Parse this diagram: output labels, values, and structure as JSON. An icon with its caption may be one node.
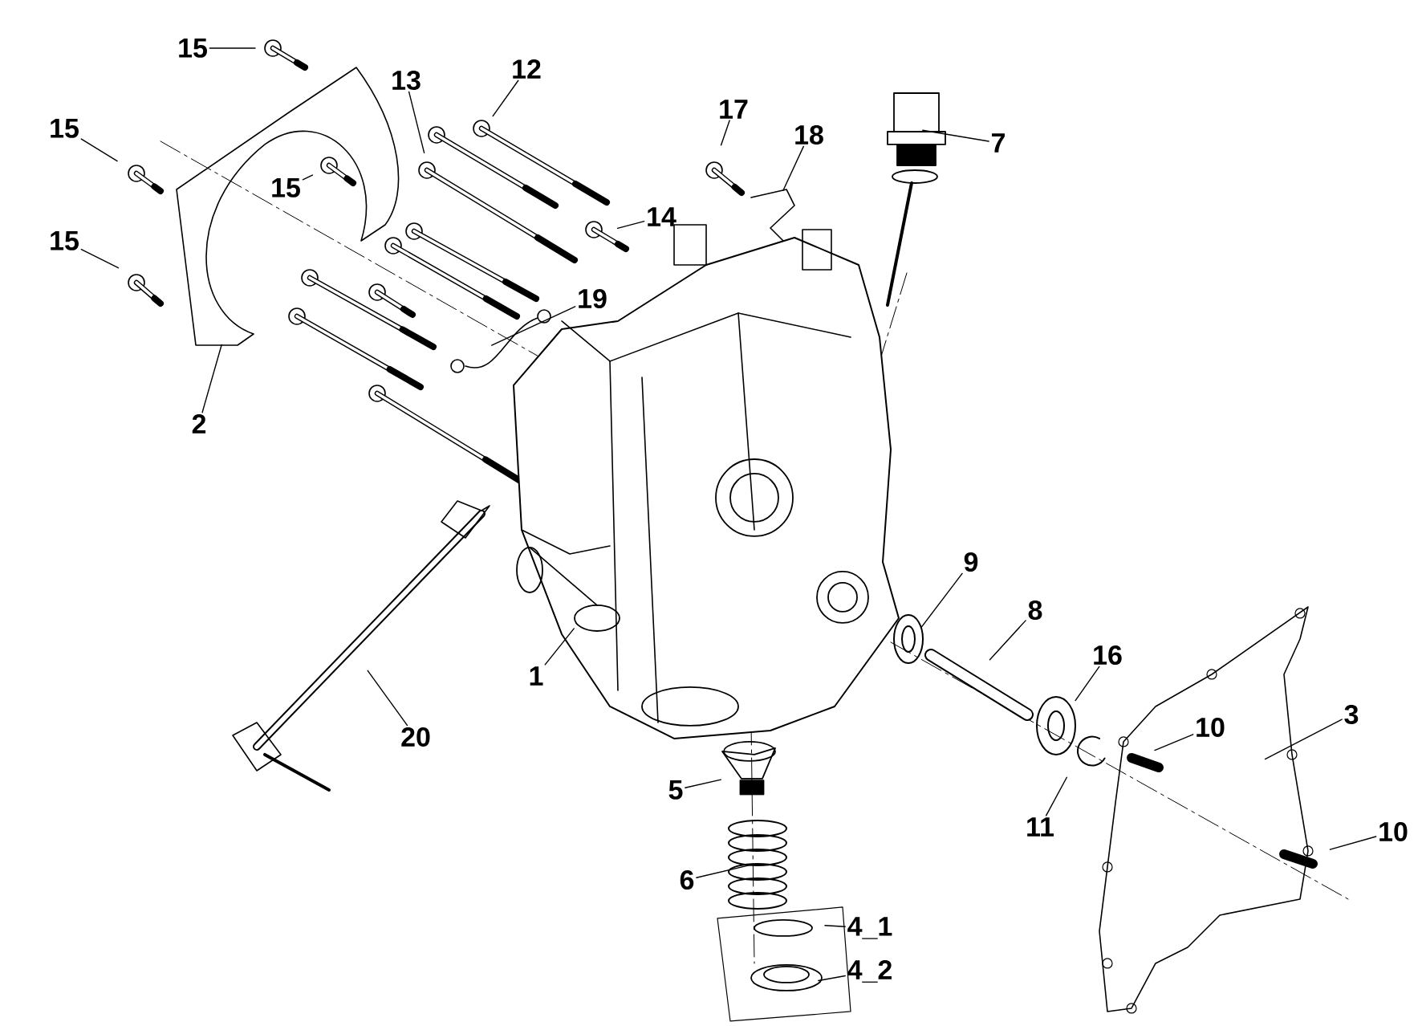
{
  "diagram": {
    "nodes": [
      {
        "text": [
          "15"
        ]
      },
      {
        "text": [
          "15"
        ]
      },
      {
        "text": [
          "15"
        ]
      },
      {
        "text": [
          "15"
        ]
      },
      {
        "text": [
          "2"
        ]
      },
      {
        "text": [
          "13"
        ]
      },
      {
        "text": [
          "12"
        ]
      },
      {
        "text": [
          "14"
        ]
      },
      {
        "text": [
          "17"
        ]
      },
      {
        "text": [
          "18"
        ]
      },
      {
        "text": [
          "7"
        ]
      },
      {
        "text": [
          "19"
        ]
      },
      {
        "text": [
          "1"
        ]
      },
      {
        "text": [
          "20"
        ]
      },
      {
        "text": [
          "5"
        ]
      },
      {
        "text": [
          "6"
        ]
      },
      {
        "text": [
          "4_1"
        ]
      },
      {
        "text": [
          "4_2"
        ]
      },
      {
        "text": [
          "9"
        ]
      },
      {
        "text": [
          "8"
        ]
      },
      {
        "text": [
          "16"
        ]
      },
      {
        "text": [
          "10"
        ]
      },
      {
        "text": [
          "3"
        ]
      },
      {
        "text": [
          "11"
        ]
      },
      {
        "text": [
          "10"
        ]
      }
    ],
    "edges": [
      {
        "from": 0,
        "to": null,
        "arrow": "none"
      },
      {
        "from": 1,
        "to": null,
        "arrow": "none"
      },
      {
        "from": 2,
        "to": null,
        "arrow": "none"
      },
      {
        "from": 3,
        "to": null,
        "arrow": "none"
      },
      {
        "from": 4,
        "to": null,
        "arrow": "none"
      },
      {
        "from": 5,
        "to": null,
        "arrow": "none"
      },
      {
        "from": 6,
        "to": null,
        "arrow": "none"
      },
      {
        "from": 7,
        "to": null,
        "arrow": "none"
      },
      {
        "from": 8,
        "to": null,
        "arrow": "none"
      },
      {
        "from": 9,
        "to": null,
        "arrow": "none"
      },
      {
        "from": 10,
        "to": null,
        "arrow": "none"
      },
      {
        "from": 11,
        "to": null,
        "arrow": "none"
      },
      {
        "from": 12,
        "to": null,
        "arrow": "none"
      },
      {
        "from": 13,
        "to": null,
        "arrow": "none"
      },
      {
        "from": 14,
        "to": null,
        "arrow": "none"
      },
      {
        "from": 15,
        "to": null,
        "arrow": "none"
      },
      {
        "from": 16,
        "to": null,
        "arrow": "none"
      },
      {
        "from": 17,
        "to": null,
        "arrow": "none"
      },
      {
        "from": 18,
        "to": null,
        "arrow": "none"
      },
      {
        "from": 19,
        "to": null,
        "arrow": "none"
      },
      {
        "from": 20,
        "to": null,
        "arrow": "none"
      },
      {
        "from": 21,
        "to": null,
        "arrow": "none"
      },
      {
        "from": 22,
        "to": null,
        "arrow": "none"
      },
      {
        "from": 23,
        "to": null,
        "arrow": "none"
      },
      {
        "from": 24,
        "to": null,
        "arrow": "none"
      }
    ]
  }
}
